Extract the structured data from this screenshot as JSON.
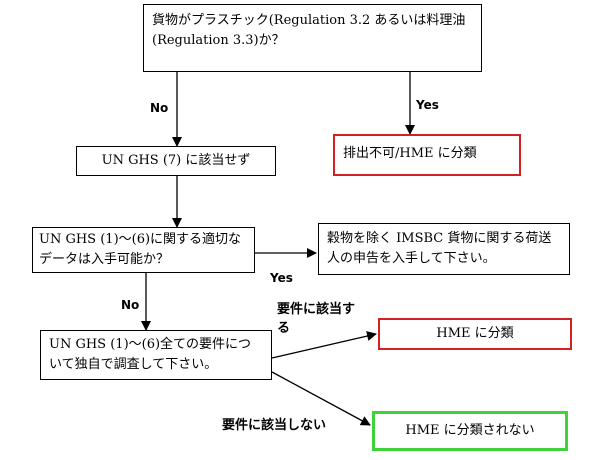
{
  "nodes": {
    "q_plastic": "貨物がプラスチック(Regulation 3.2 あるいは料理油(Regulation 3.3)か？",
    "not_un_ghs7": "UN GHS (7) に該当せず",
    "cannot_discharge": "排出不可/HME に分類",
    "q_data": "UN GHS (1)～(6)に関する適切なデータは入手可能か？",
    "shipper_decl": "穀物を除く IMSBC 貨物に関する荷送人の申告を入手して下さい。",
    "investigate": "UN GHS (1)～(6)全ての要件について独自で調査して下さい。",
    "hme": "HME に分類",
    "not_hme": "HME に分類されない"
  },
  "edges": {
    "no_1": "No",
    "yes_1": "Yes",
    "yes_2": "Yes",
    "no_2": "No",
    "meets": "要件に該当する",
    "not_meets": "要件に該当しない"
  },
  "colors": {
    "line": "#000000",
    "red_border": "#d32020",
    "green_border": "#3fd23a"
  }
}
